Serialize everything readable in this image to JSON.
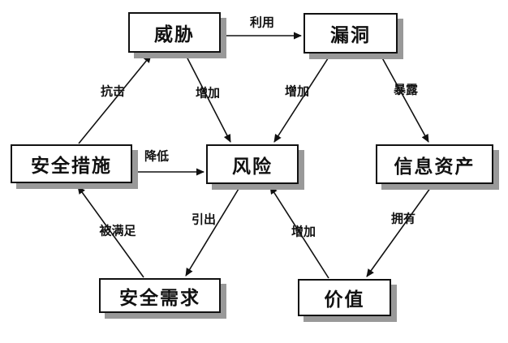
{
  "diagram": {
    "background_color": "#ffffff",
    "box_fill": "#ffffff",
    "box_border_color": "#111111",
    "shadow_color": "#999999",
    "line_color": "#111111",
    "nodes": {
      "threat": {
        "label": "威胁"
      },
      "vulnerability": {
        "label": "漏洞"
      },
      "security_measures": {
        "label": "安全措施"
      },
      "risk": {
        "label": "风险"
      },
      "information_assets": {
        "label": "信息资产"
      },
      "security_requirements": {
        "label": "安全需求"
      },
      "value": {
        "label": "价值"
      }
    },
    "edges": [
      {
        "from": "threat",
        "to": "vulnerability",
        "label": "利用"
      },
      {
        "from": "security_measures",
        "to": "threat",
        "label": "抗击"
      },
      {
        "from": "threat",
        "to": "risk",
        "label": "增加"
      },
      {
        "from": "vulnerability",
        "to": "risk",
        "label": "增加"
      },
      {
        "from": "vulnerability",
        "to": "information_assets",
        "label": "暴露"
      },
      {
        "from": "security_measures",
        "to": "risk",
        "label": "降低"
      },
      {
        "from": "security_requirements",
        "to": "security_measures",
        "label": "被满足"
      },
      {
        "from": "risk",
        "to": "security_requirements",
        "label": "引出"
      },
      {
        "from": "value",
        "to": "risk",
        "label": "增加"
      },
      {
        "from": "information_assets",
        "to": "value",
        "label": "拥有"
      }
    ]
  }
}
